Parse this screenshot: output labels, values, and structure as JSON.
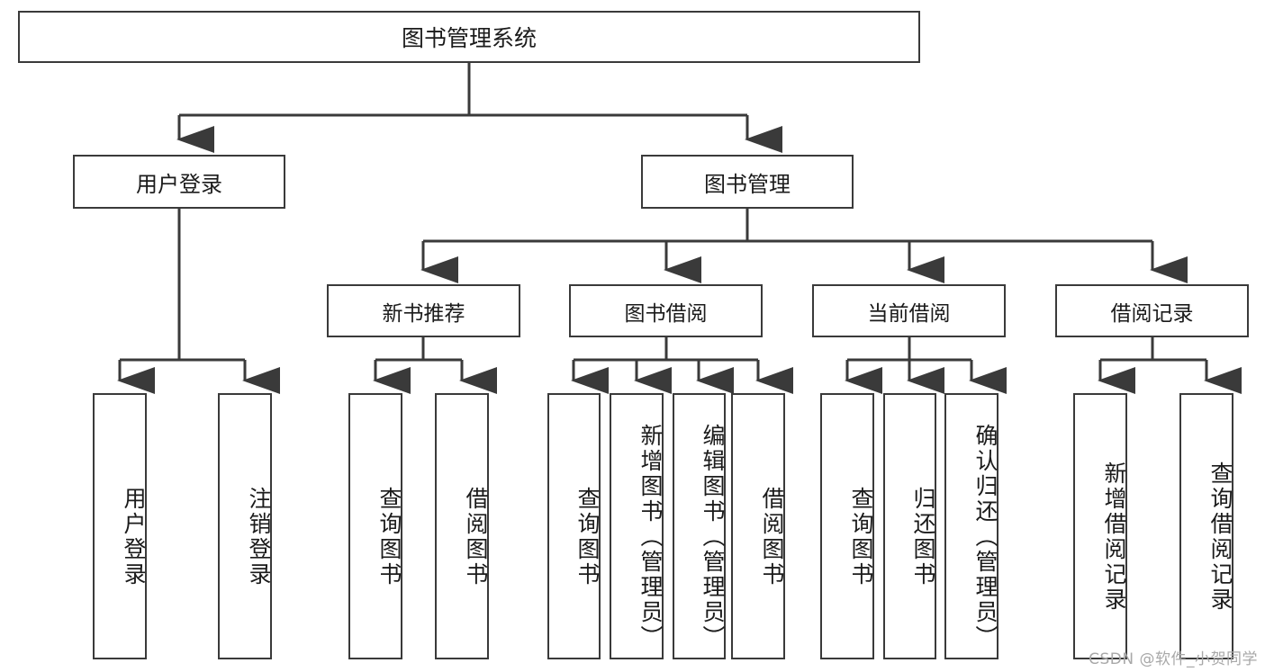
{
  "diagram": {
    "type": "tree",
    "title_node": "图书管理系统",
    "colors": {
      "stroke": "#3a3a3a",
      "fill": "#ffffff",
      "text": "#1b1b1b",
      "watermark": "#a8a8a8"
    },
    "nodes": {
      "root": {
        "label": "图书管理系统"
      },
      "level2": [
        {
          "label": "用户登录"
        },
        {
          "label": "图书管理"
        }
      ],
      "level3": [
        {
          "label": "新书推荐"
        },
        {
          "label": "图书借阅"
        },
        {
          "label": "当前借阅"
        },
        {
          "label": "借阅记录"
        }
      ],
      "leaves": {
        "user_login": [
          {
            "label": "用户登录"
          },
          {
            "label": "注销登录"
          }
        ],
        "new_book": [
          {
            "label": "查询图书"
          },
          {
            "label": "借阅图书"
          }
        ],
        "book_borrow": [
          {
            "label": "查询图书"
          },
          {
            "label": "新增图书（管理员）"
          },
          {
            "label": "编辑图书（管理员）"
          },
          {
            "label": "借阅图书"
          }
        ],
        "current_borrow": [
          {
            "label": "查询图书"
          },
          {
            "label": "归还图书"
          },
          {
            "label": "确认归还（管理员）"
          }
        ],
        "borrow_record": [
          {
            "label": "新增借阅记录"
          },
          {
            "label": "查询借阅记录"
          }
        ]
      }
    },
    "edges": [
      {
        "from": "图书管理系统",
        "to": "用户登录"
      },
      {
        "from": "图书管理系统",
        "to": "图书管理"
      },
      {
        "from": "用户登录",
        "to": "用户登录"
      },
      {
        "from": "用户登录",
        "to": "注销登录"
      },
      {
        "from": "图书管理",
        "to": "新书推荐"
      },
      {
        "from": "图书管理",
        "to": "图书借阅"
      },
      {
        "from": "图书管理",
        "to": "当前借阅"
      },
      {
        "from": "图书管理",
        "to": "借阅记录"
      },
      {
        "from": "新书推荐",
        "to": "查询图书"
      },
      {
        "from": "新书推荐",
        "to": "借阅图书"
      },
      {
        "from": "图书借阅",
        "to": "查询图书"
      },
      {
        "from": "图书借阅",
        "to": "新增图书（管理员）"
      },
      {
        "from": "图书借阅",
        "to": "编辑图书（管理员）"
      },
      {
        "from": "图书借阅",
        "to": "借阅图书"
      },
      {
        "from": "当前借阅",
        "to": "查询图书"
      },
      {
        "from": "当前借阅",
        "to": "归还图书"
      },
      {
        "from": "当前借阅",
        "to": "确认归还（管理员）"
      },
      {
        "from": "借阅记录",
        "to": "新增借阅记录"
      },
      {
        "from": "借阅记录",
        "to": "查询借阅记录"
      }
    ]
  },
  "watermark": {
    "text": "CSDN @软件_小贺同学"
  }
}
